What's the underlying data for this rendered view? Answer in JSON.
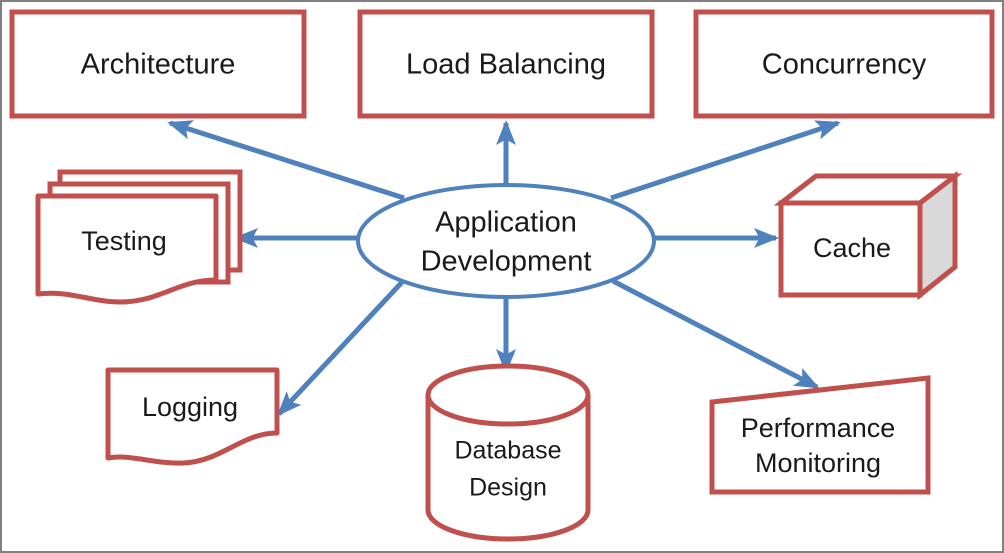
{
  "diagram": {
    "title": "Application Development",
    "type": "hub-and-spoke concept map",
    "colors": {
      "shape_outline": "#C0504D",
      "connector": "#4F81BD",
      "center_outline": "#4F81BD",
      "cube_side_fill": "#D9D9D9",
      "frame": "#808080",
      "background": "#FFFFFF",
      "text": "#1A1A1A"
    },
    "center": {
      "id": "application-development",
      "shape": "ellipse",
      "line1": "Application",
      "line2": "Development"
    },
    "nodes": [
      {
        "id": "architecture",
        "label": "Architecture",
        "shape": "rectangle",
        "position": "top-left",
        "arrow_direction": "center-to-node"
      },
      {
        "id": "load-balancing",
        "label": "Load Balancing",
        "shape": "rectangle",
        "position": "top-center",
        "arrow_direction": "center-to-node"
      },
      {
        "id": "concurrency",
        "label": "Concurrency",
        "shape": "rectangle",
        "position": "top-right",
        "arrow_direction": "center-to-node"
      },
      {
        "id": "testing",
        "label": "Testing",
        "shape": "multi-document",
        "position": "middle-left",
        "arrow_direction": "center-to-node"
      },
      {
        "id": "cache",
        "label": "Cache",
        "shape": "cube",
        "position": "middle-right",
        "arrow_direction": "center-to-node"
      },
      {
        "id": "logging",
        "label": "Logging",
        "shape": "document",
        "position": "bottom-left",
        "arrow_direction": "center-to-node"
      },
      {
        "id": "database-design",
        "label_line1": "Database",
        "label_line2": "Design",
        "shape": "cylinder",
        "position": "bottom-center",
        "arrow_direction": "center-to-node"
      },
      {
        "id": "performance-monitoring",
        "label_line1": "Performance",
        "label_line2": "Monitoring",
        "shape": "trapezoid",
        "position": "bottom-right",
        "arrow_direction": "center-to-node"
      }
    ]
  }
}
